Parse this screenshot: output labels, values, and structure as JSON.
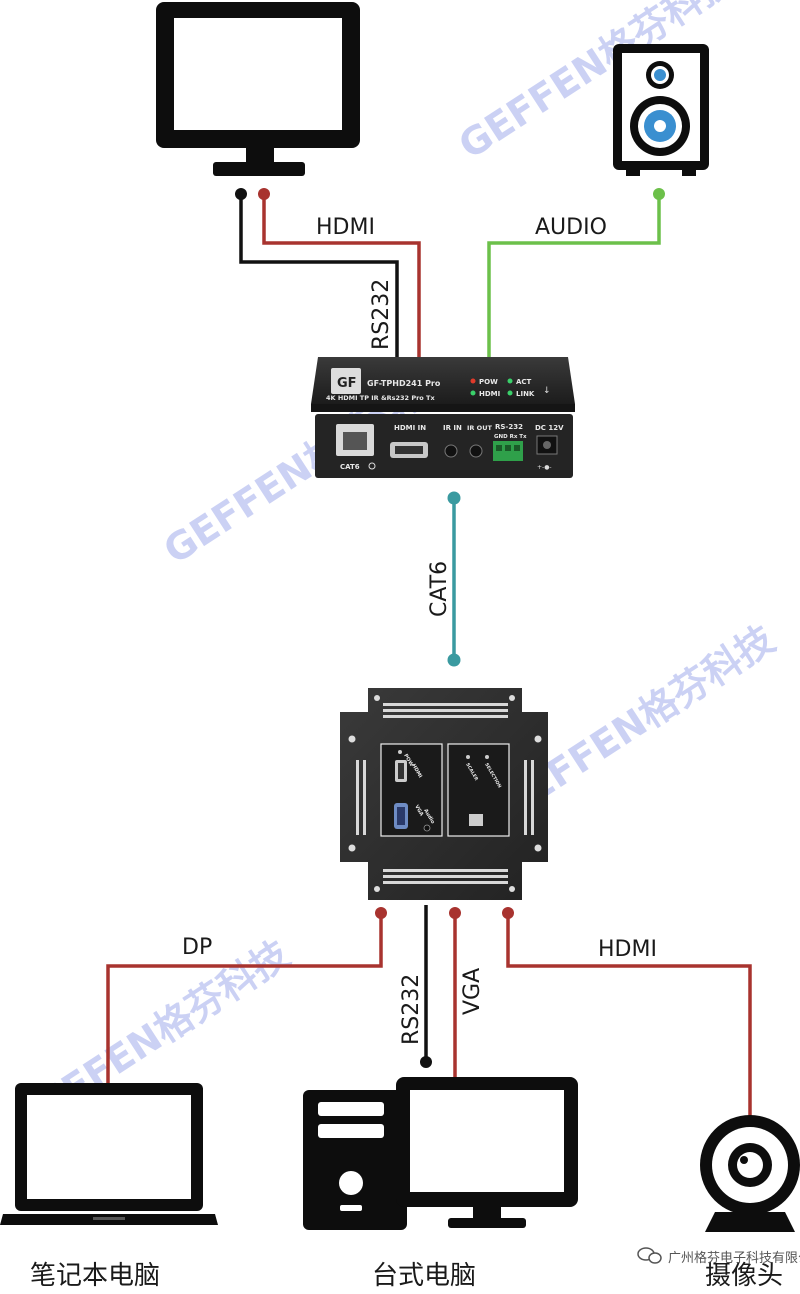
{
  "connections": {
    "hdmi_top": "HDMI",
    "rs232_top": "RS232",
    "audio": "AUDIO",
    "cat6": "CAT6",
    "dp": "DP",
    "rs232_bottom": "RS232",
    "vga": "VGA",
    "hdmi_bottom": "HDMI"
  },
  "transmitter": {
    "model": "GF-TPHD241 Pro",
    "subtitle": "4K HDMI TP IR &Rs232 Pro Tx",
    "led_pow": "POW",
    "led_act": "ACT",
    "led_hdmi": "HDMI",
    "led_link": "LINK",
    "port_cat6": "CAT6",
    "port_hdmi_in": "HDMI IN",
    "port_ir_in": "IR IN",
    "port_ir_out": "IR OUT",
    "port_rs232": "RS-232",
    "port_rs232_pins": "GND Rx Tx",
    "port_dc": "DC 12V"
  },
  "wallplate": {
    "pow": "POW",
    "hdmi": "HDMI",
    "vga": "VGA",
    "audio": "Audio",
    "scaler": "SCALER",
    "selection": "SELECTION"
  },
  "devices": {
    "laptop": "笔记本电脑",
    "desktop": "台式电脑",
    "camera": "摄像头"
  },
  "watermark": {
    "text": "GEFFEN格芬科技",
    "credit": "广州格芬电子科技有限公司"
  },
  "colors": {
    "hdmi_wire": "#a8332f",
    "rs232_wire": "#111111",
    "audio_wire": "#6cc04a",
    "cat6_wire": "#3a9aa0",
    "device": "#0d0d0d",
    "box": "#2a2a2a"
  }
}
